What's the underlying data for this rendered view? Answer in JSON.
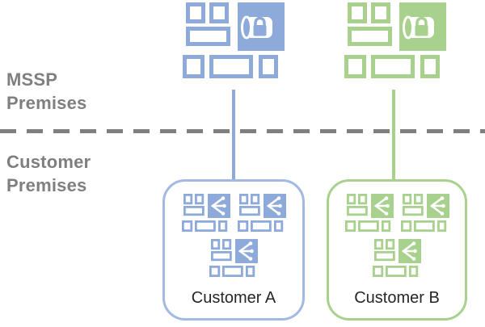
{
  "colors": {
    "blue": "#8EAADB",
    "green": "#A9D18E",
    "blue-border": "#A3B9E3",
    "green-border": "#A9D18E",
    "gray": "#7F7F7F",
    "text-dark": "#262626"
  },
  "zones": {
    "mssp": {
      "line1": "MSSP",
      "line2": "Premises"
    },
    "customer": {
      "line1": "Customer",
      "line2": "Premises"
    }
  },
  "customers": [
    {
      "label": "Customer A",
      "color": "#8EAADB"
    },
    {
      "label": "Customer B",
      "color": "#A9D18E"
    }
  ],
  "icons": {
    "mssp_appliance": "firewall-blocks-with-secure-tunnel-and-padlock",
    "customer_appliance": "firewall-blocks-with-branching-traffic-arrow"
  }
}
